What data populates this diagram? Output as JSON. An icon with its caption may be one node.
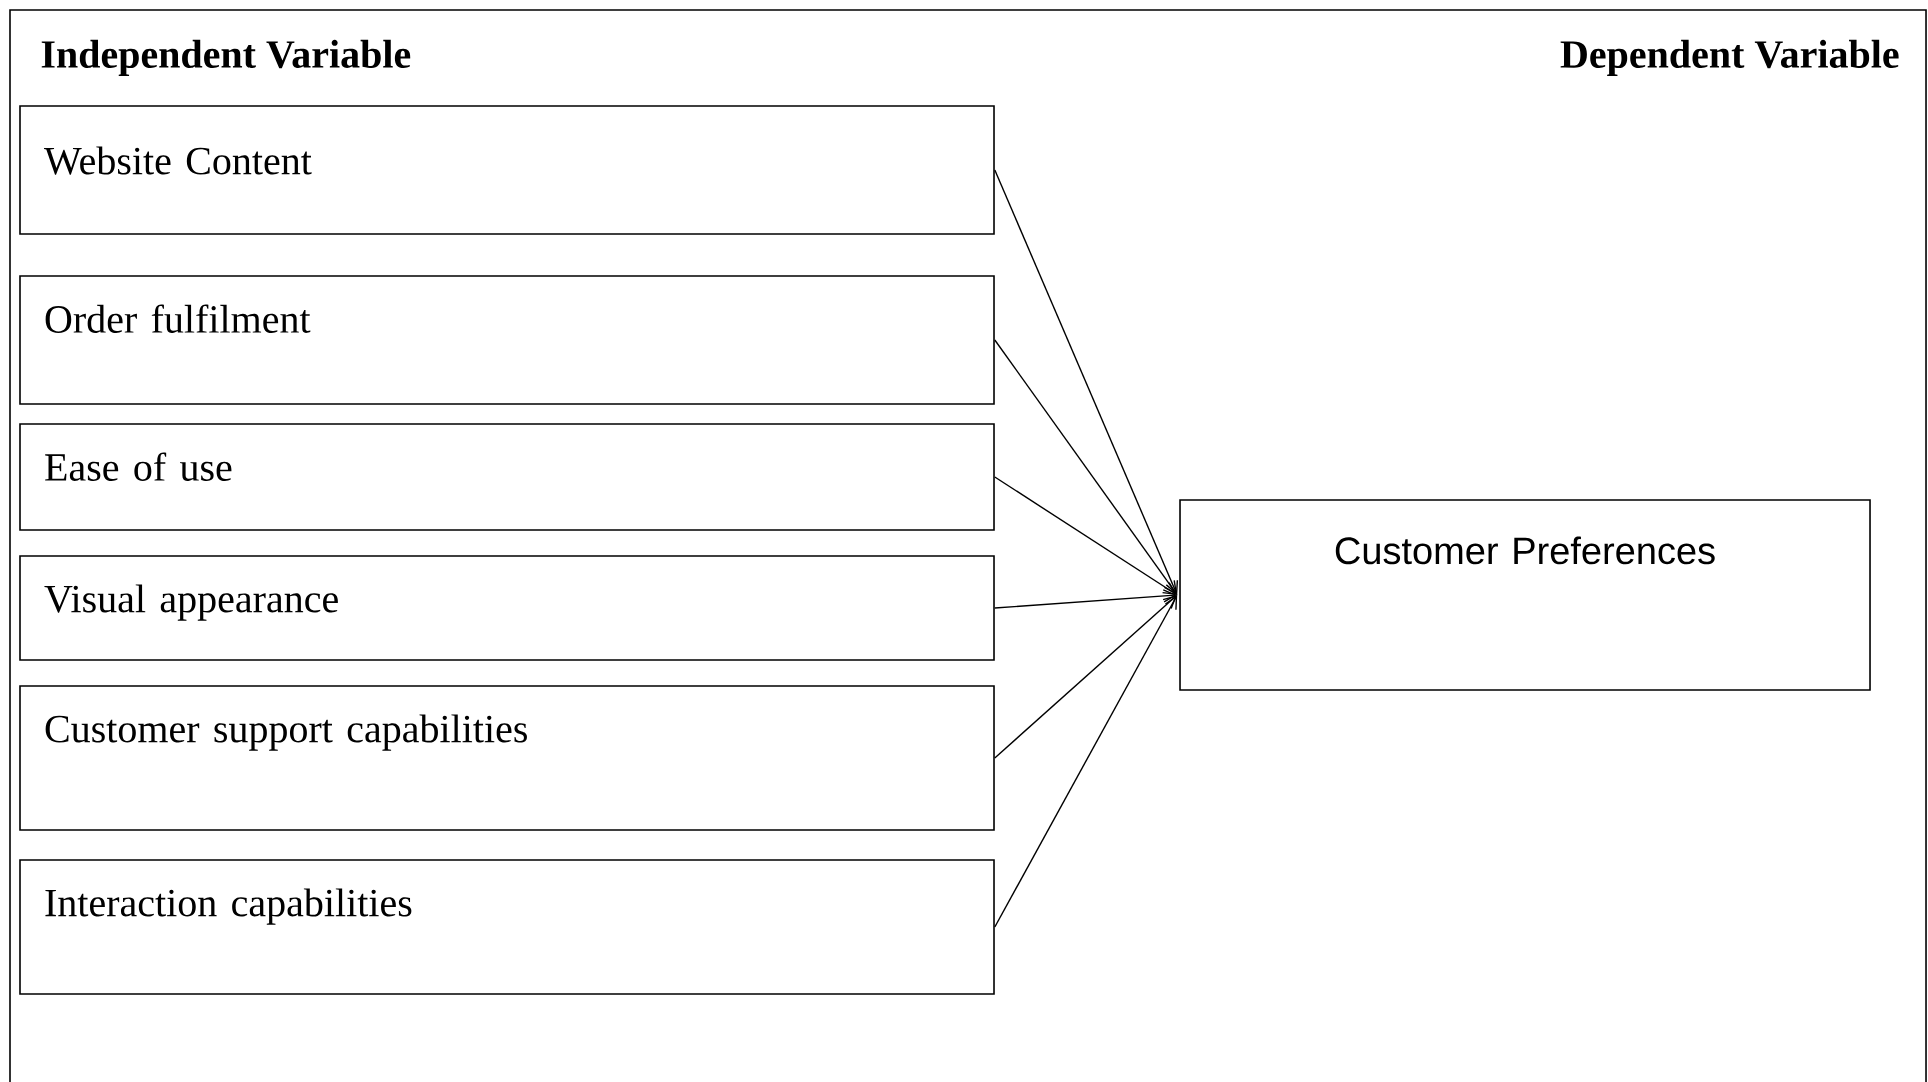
{
  "diagram": {
    "nodes": [
      {
        "text": [
          "Website Content"
        ]
      },
      {
        "text": [
          "Order fulfilment"
        ]
      },
      {
        "text": [
          "Ease of use"
        ]
      },
      {
        "text": [
          "Visual appearance"
        ]
      },
      {
        "text": [
          "Customer support capabilities"
        ]
      },
      {
        "text": [
          "Interaction capabilities"
        ]
      },
      {
        "text": [
          "Customer Preferences"
        ]
      }
    ],
    "edges": [
      {
        "from": 0,
        "to": 6,
        "arrow": "to"
      },
      {
        "from": 1,
        "to": 6,
        "arrow": "to"
      },
      {
        "from": 2,
        "to": 6,
        "arrow": "to"
      },
      {
        "from": 3,
        "to": 6,
        "arrow": "to"
      },
      {
        "from": 4,
        "to": 6,
        "arrow": "to"
      },
      {
        "from": 5,
        "to": 6,
        "arrow": "to"
      }
    ],
    "labels": [
      "Independent Variable",
      "Dependent Variable"
    ]
  }
}
